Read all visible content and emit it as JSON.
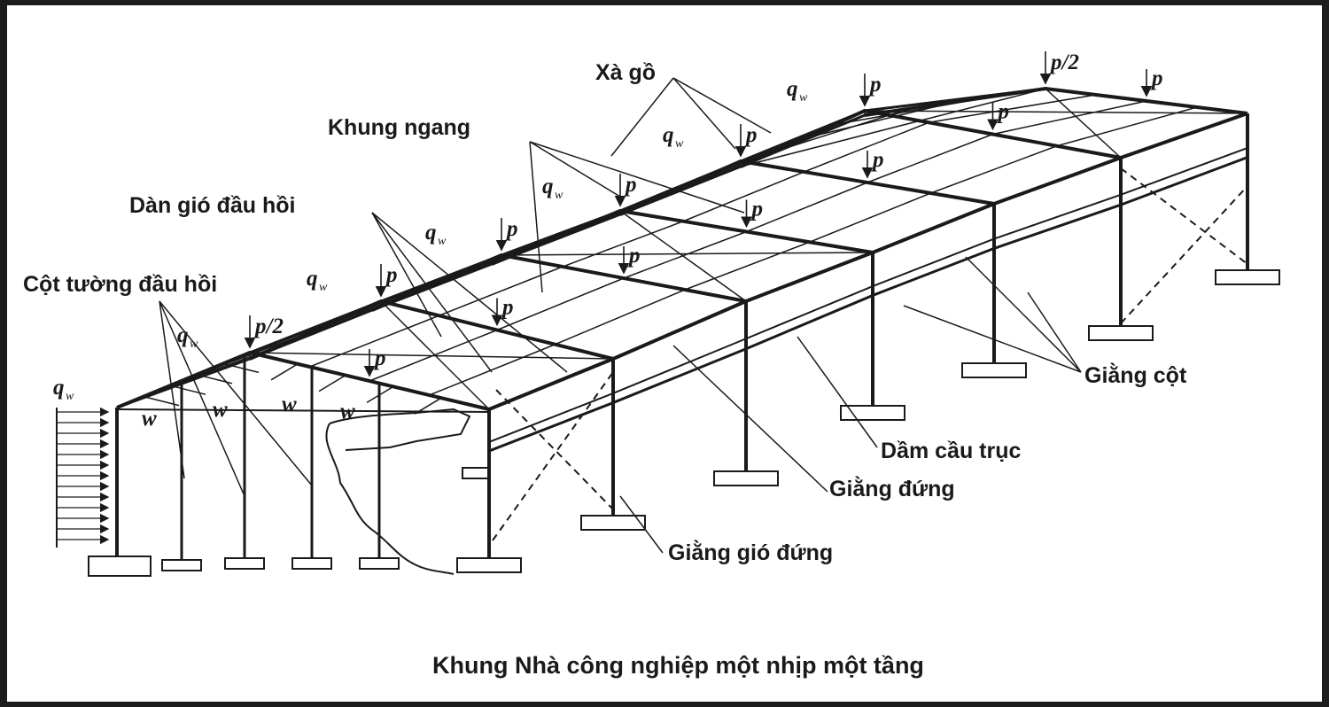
{
  "diagram": {
    "caption": "Khung Nhà công nghiệp  một nhịp một tầng",
    "labels": {
      "xa_go": "Xà gồ",
      "khung_ngang": "Khung ngang",
      "dan_gio": "Dàn gió đầu hồi",
      "cot_tuong": "Cột tường đầu hồi",
      "giang_cot": "Giằng cột",
      "dam_cau_truc": "Dầm cầu trục",
      "giang_dung": "Giằng đứng",
      "giang_gio_dung": "Giằng gió đứng"
    },
    "loads": {
      "p": "p",
      "p_half": "p/2",
      "q": "q",
      "q_sub": "w",
      "w": "w"
    }
  },
  "colors": {
    "ink": "#1a1a1a",
    "paper": "#ffffff",
    "border": "#1c1c1c"
  }
}
